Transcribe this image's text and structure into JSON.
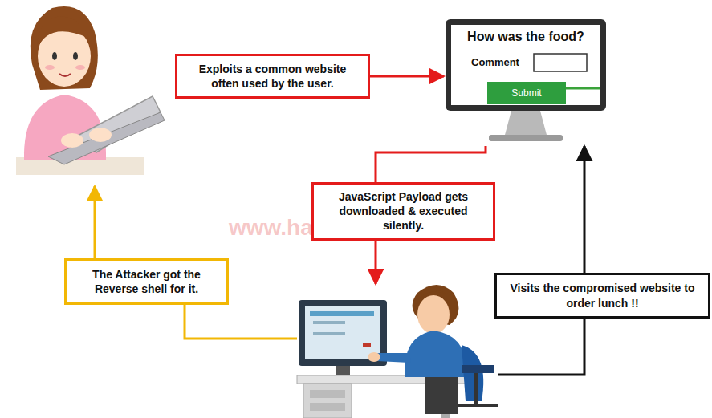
{
  "diagram": {
    "nodes": [
      {
        "text": [
          "Exploits a common website often used by the user."
        ]
      },
      {
        "text": [
          "How was the food?",
          "Comment"
        ]
      },
      {
        "text": [
          "Submit"
        ],
        "in": 1
      },
      {
        "text": [
          "JavaScript Payload gets downloaded & executed silently."
        ]
      },
      {
        "text": [
          "The Attacker got the Reverse shell for it."
        ]
      },
      {
        "text": [
          "Visits the compromised website to order lunch !!"
        ]
      }
    ],
    "edges": [
      {
        "from": 0,
        "to": 1,
        "arrow": "to"
      },
      {
        "from": 1,
        "to": 3,
        "arrow": "none"
      },
      {
        "from": 5,
        "to": 1,
        "arrow": "to"
      }
    ],
    "labels": [
      "www.hackingarticles.in"
    ]
  }
}
